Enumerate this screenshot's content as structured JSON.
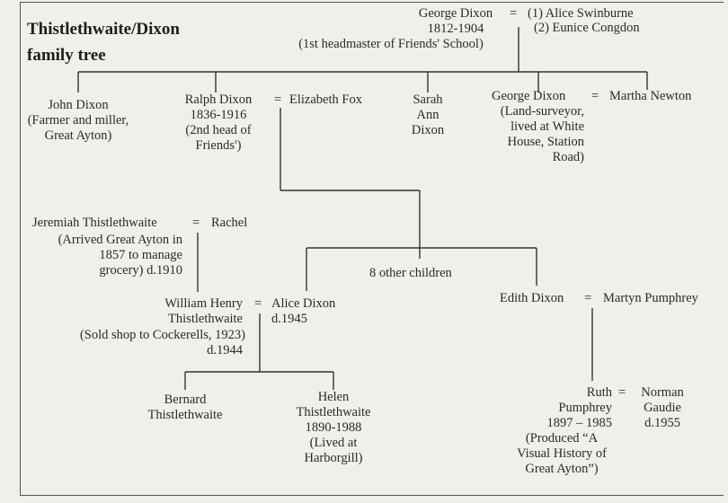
{
  "title": {
    "line1": "Thistlethwaite/Dixon",
    "line2": "family tree"
  },
  "eq_sign": "=",
  "george_sr": {
    "name": "George Dixon",
    "dates": "1812-1904",
    "note": "(1st headmaster of Friends' School)",
    "spouse1": "(1) Alice Swinburne",
    "spouse2": "(2) Eunice Congdon"
  },
  "john": {
    "name": "John Dixon",
    "note1": "(Farmer and miller,",
    "note2": "Great Ayton)"
  },
  "ralph": {
    "name": "Ralph Dixon",
    "dates": "1836-1916",
    "note1": "(2nd head of",
    "note2": "Friends')",
    "spouse": "Elizabeth Fox"
  },
  "sarah": {
    "line1": "Sarah",
    "line2": "Ann",
    "line3": "Dixon"
  },
  "george_jr": {
    "name": "George Dixon",
    "note1": "(Land-surveyor,",
    "note2": "lived at White",
    "note3": "House, Station",
    "note4": "Road)",
    "spouse": "Martha Newton"
  },
  "jeremiah": {
    "name": "Jeremiah Thistlethwaite",
    "note1": "(Arrived Great Ayton in",
    "note2": "1857 to manage",
    "note3": "grocery) d.1910",
    "spouse": "Rachel"
  },
  "other_children": "8 other children",
  "william": {
    "line1": "William Henry",
    "line2": "Thistlethwaite",
    "note": "(Sold shop to Cockerells, 1923)",
    "death": "d.1944"
  },
  "alice": {
    "name": "Alice Dixon",
    "death": "d.1945"
  },
  "edith": {
    "name": "Edith Dixon",
    "spouse": "Martyn Pumphrey"
  },
  "bernard": {
    "line1": "Bernard",
    "line2": "Thistlethwaite"
  },
  "helen": {
    "line1": "Helen",
    "line2": "Thistlethwaite",
    "dates": "1890-1988",
    "note1": "(Lived at",
    "note2": "Harborgill)"
  },
  "ruth": {
    "line1": "Ruth",
    "line2": "Pumphrey",
    "dates": "1897 – 1985",
    "note1": "(Produced “A",
    "note2": "Visual History of",
    "note3": "Great Ayton”)"
  },
  "norman": {
    "line1": "Norman",
    "line2": "Gaudie",
    "death": "d.1955"
  }
}
